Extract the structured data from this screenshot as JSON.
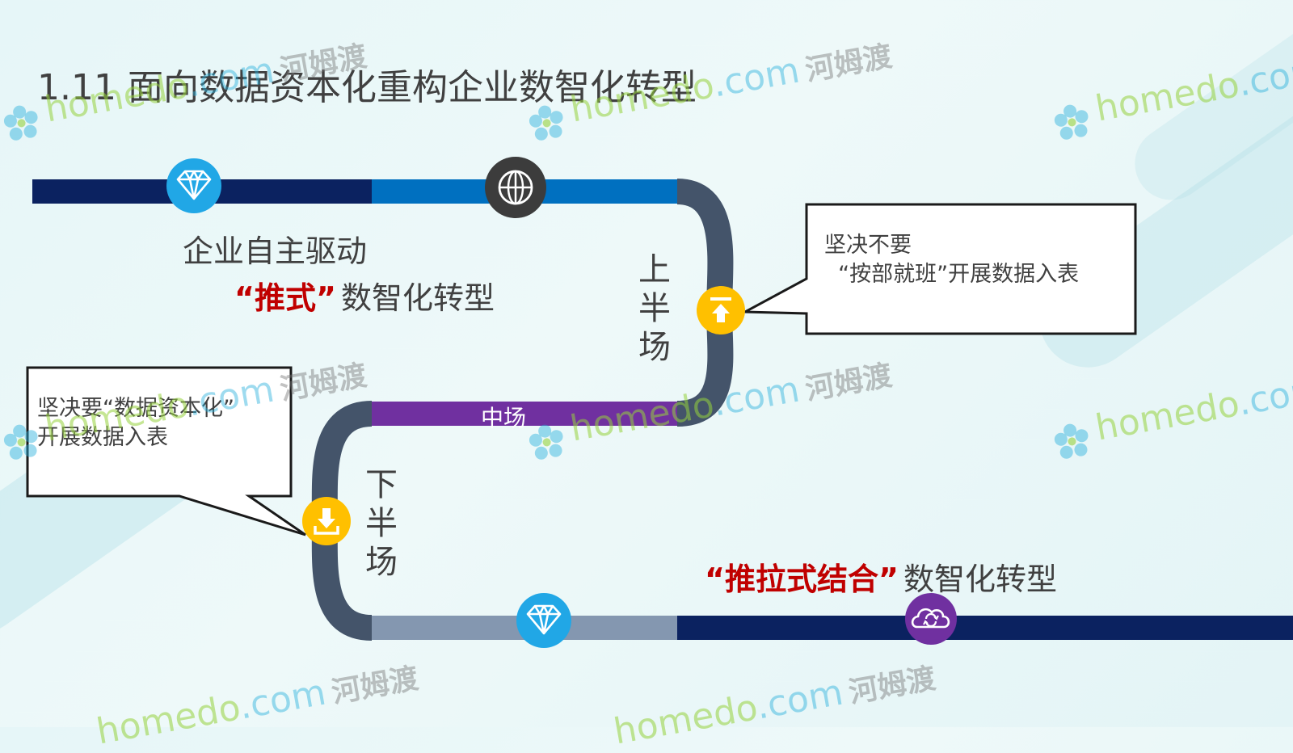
{
  "title": "1.11 面向数据资本化重构企业数智化转型",
  "top_label": "企业自主驱动",
  "push_label": {
    "quoted": "“推式”",
    "rest": "数智化转型"
  },
  "upper_half": "上半场",
  "middle": "中场",
  "lower_half": "下半场",
  "callout_right": "坚决不要\n  “按部就班”开展数据入表",
  "callout_left": "坚决要“数据资本化”\n开展数据入表",
  "push_pull_label": {
    "quoted": "“推拉式结合”",
    "rest": "数智化转型"
  },
  "icons": {
    "diamond": "diamond-icon",
    "globe": "globe-icon",
    "upload": "upload-icon",
    "download": "download-icon",
    "cloud_sync": "cloud-sync-icon"
  },
  "watermark": {
    "domain_a": "homedo",
    "domain_b": ".com",
    "cn": "河姆渡"
  },
  "colors": {
    "navy": "#0b2260",
    "blue": "#0070c0",
    "slate": "#44546a",
    "purple": "#7030a0",
    "steel": "#8497b0",
    "cyan_icon": "#21a7e6",
    "yellow_icon": "#ffc000",
    "red_text": "#c00000"
  }
}
